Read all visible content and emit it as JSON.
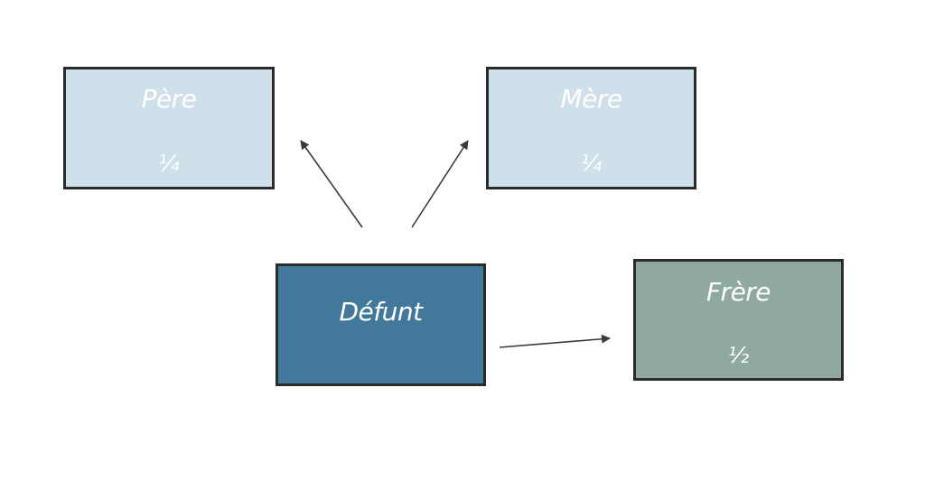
{
  "colors": {
    "parent_fill": "#cfe0ea",
    "deceased_fill": "#42799b",
    "sibling_fill": "#8fa8a0",
    "border": "#2b2b2b",
    "arrow": "#3a3a3a",
    "text": "#ffffff"
  },
  "nodes": {
    "pere": {
      "name": "Père",
      "share": "¼"
    },
    "mere": {
      "name": "Mère",
      "share": "¼"
    },
    "defunt": {
      "name": "Défunt"
    },
    "frere": {
      "name": "Frère",
      "share": "½"
    }
  }
}
